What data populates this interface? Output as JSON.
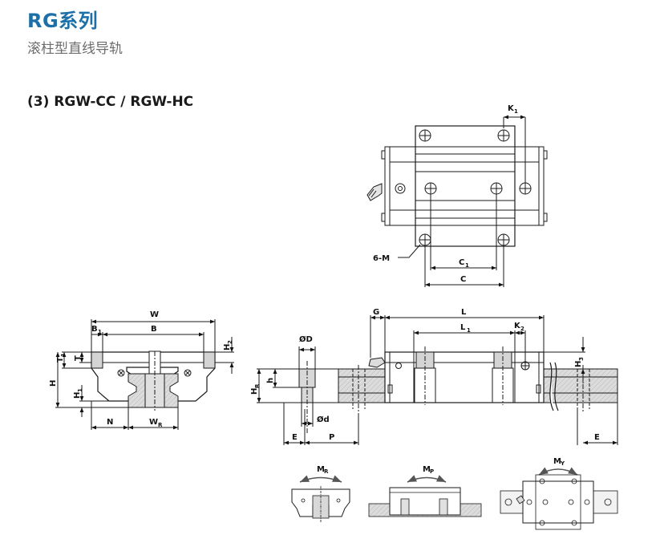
{
  "header": {
    "series_title": "RG系列",
    "series_subtitle": "滚柱型直线导轨",
    "section_heading": "(3) RGW-CC / RGW-HC"
  },
  "colors": {
    "brand": "#1d6fa8",
    "line": "#1a1a1a",
    "shade": "#cfcfcf"
  },
  "labels": {
    "top_view": {
      "k1": "K",
      "k1_sub": "1",
      "six_m": "6-M",
      "c1": "C",
      "c1_sub": "1",
      "c": "C"
    },
    "front_view": {
      "w": "W",
      "b1": "B",
      "b1_sub": "1",
      "b": "B",
      "t1": "T",
      "t1_sub": "1",
      "t": "T",
      "h2": "H",
      "h2_sub": "2",
      "h": "H",
      "h1": "H",
      "h1_sub": "1",
      "n": "N",
      "wr": "W",
      "wr_sub": "R"
    },
    "side_view": {
      "od": "ØD",
      "h_small": "h",
      "hr": "H",
      "hr_sub": "R",
      "d": "Ød",
      "e_left": "E",
      "p": "P",
      "g": "G",
      "l": "L",
      "l1": "L",
      "l1_sub": "1",
      "k2": "K",
      "k2_sub": "2",
      "h3": "H",
      "h3_sub": "3",
      "e_right": "E"
    },
    "moments": {
      "mr": "M",
      "mr_sub": "R",
      "mp": "M",
      "mp_sub": "P",
      "my": "M",
      "my_sub": "Y"
    }
  }
}
